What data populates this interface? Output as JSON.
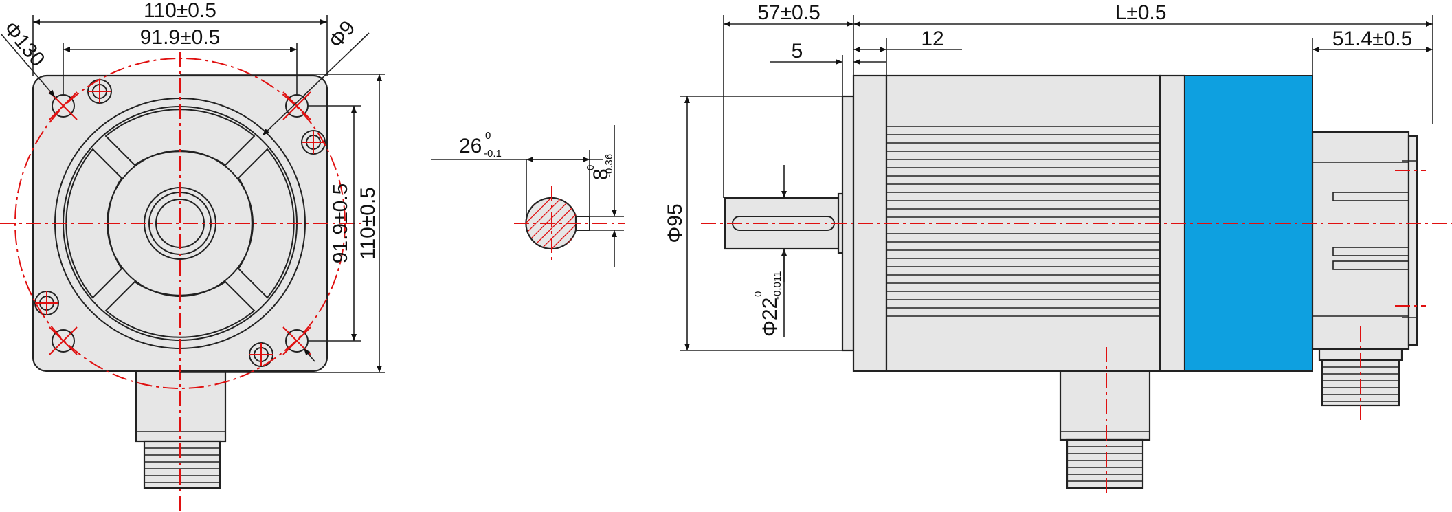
{
  "labels": {
    "front_width": "110±0.5",
    "front_bolt_spacing": "91.9±0.5",
    "circle_dia": "Φ130",
    "hole_dia": "Φ9",
    "side_bolt_spacing": "91.9±0.5",
    "side_height": "110±0.5",
    "key_depth": "26",
    "key_depth_tol_upper": "0",
    "key_depth_tol_lower": "-0.1",
    "key_width": "8",
    "key_width_tol_upper": "0",
    "key_width_tol_lower": "-0.36",
    "pilot_dia": "Φ95",
    "shaft_dia": "Φ22",
    "shaft_tol_upper": "0",
    "shaft_tol_lower": "-0.011",
    "shaft_length": "57±0.5",
    "overall_length": "L±0.5",
    "flange_thickness": "5",
    "flange_offset": "12",
    "rear_length": "51.4±0.5"
  },
  "colors": {
    "body_fill": "#e6e6e6",
    "outline": "#222222",
    "centerline": "#e01010",
    "brake_section": "#0ea0e0"
  }
}
